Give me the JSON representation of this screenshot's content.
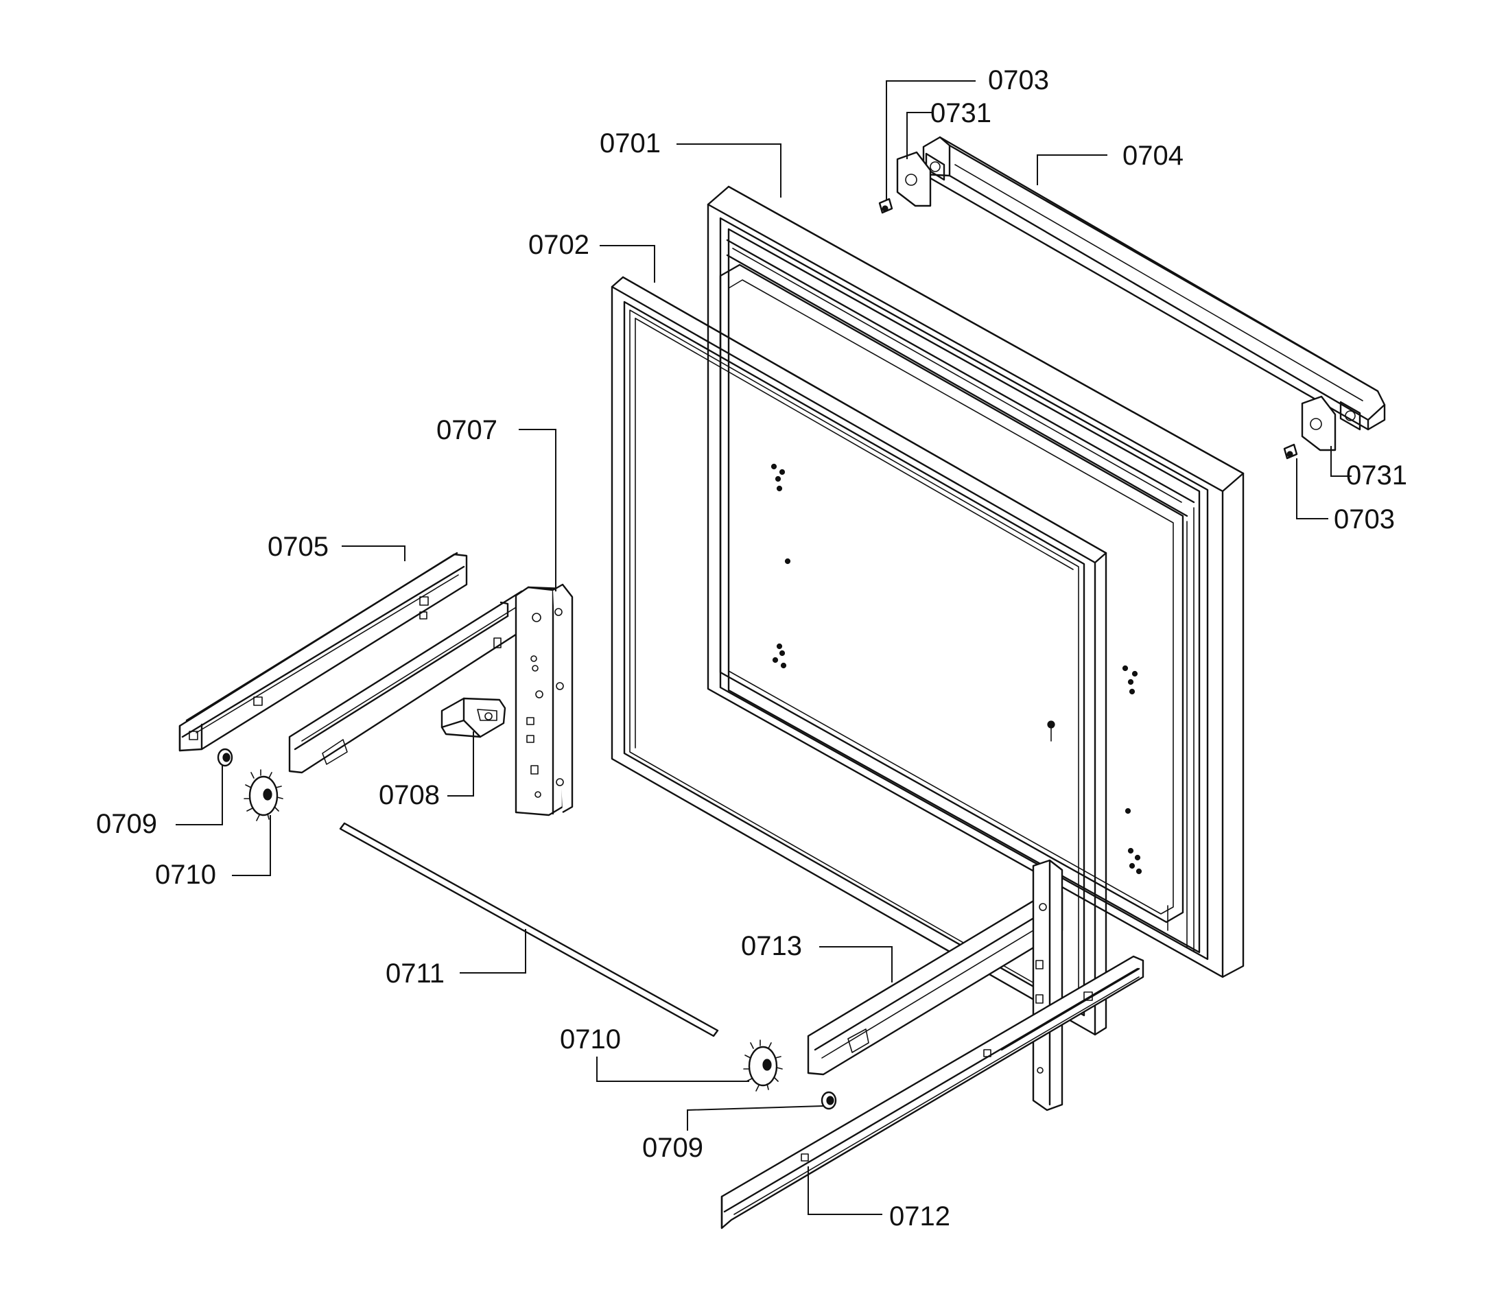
{
  "callouts": [
    {
      "id": "c0701",
      "label": "0701"
    },
    {
      "id": "c0702",
      "label": "0702"
    },
    {
      "id": "c0703a",
      "label": "0703"
    },
    {
      "id": "c0703b",
      "label": "0703"
    },
    {
      "id": "c0704",
      "label": "0704"
    },
    {
      "id": "c0705",
      "label": "0705"
    },
    {
      "id": "c0707",
      "label": "0707"
    },
    {
      "id": "c0708",
      "label": "0708"
    },
    {
      "id": "c0709a",
      "label": "0709"
    },
    {
      "id": "c0709b",
      "label": "0709"
    },
    {
      "id": "c0710a",
      "label": "0710"
    },
    {
      "id": "c0710b",
      "label": "0710"
    },
    {
      "id": "c0711",
      "label": "0711"
    },
    {
      "id": "c0712",
      "label": "0712"
    },
    {
      "id": "c0713",
      "label": "0713"
    },
    {
      "id": "c0731a",
      "label": "0731"
    },
    {
      "id": "c0731b",
      "label": "0731"
    }
  ]
}
